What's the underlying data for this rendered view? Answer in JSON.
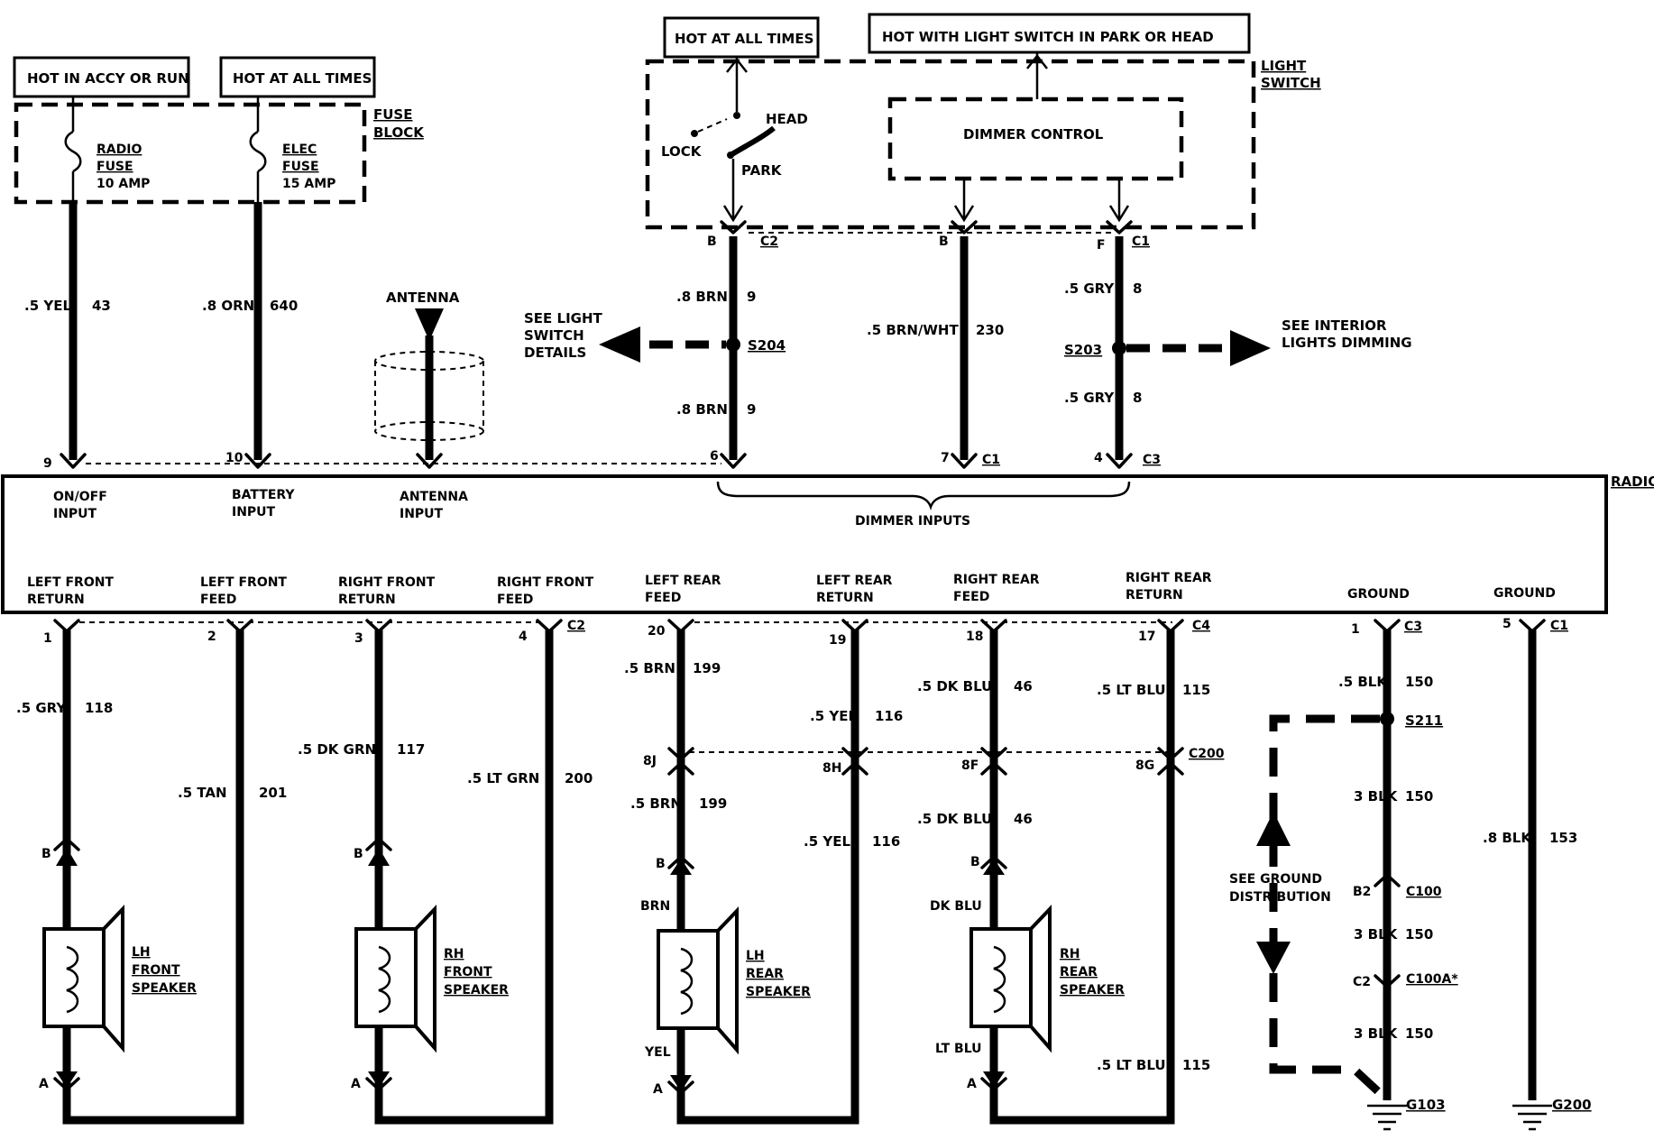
{
  "top": {
    "hot_accy_run": "HOT IN ACCY OR RUN",
    "hot_all_times_left": "HOT AT ALL TIMES",
    "hot_all_times_center": "HOT AT ALL TIMES",
    "hot_light_switch": "HOT WITH LIGHT SWITCH IN PARK OR HEAD"
  },
  "fuse_block": {
    "label_1": "FUSE",
    "label_2": "BLOCK",
    "radio_fuse": [
      "RADIO",
      "FUSE",
      "10 AMP"
    ],
    "elec_fuse": [
      "ELEC",
      "FUSE",
      "15 AMP"
    ]
  },
  "light_switch": {
    "label_1": "LIGHT",
    "label_2": "SWITCH",
    "head": "HEAD",
    "lock": "LOCK",
    "park": "PARK",
    "dimmer_control": "DIMMER CONTROL"
  },
  "wires_upper": {
    "yel_size": ".5 YEL",
    "yel_circuit": "43",
    "orn_size": ".8 ORN",
    "orn_circuit": "640",
    "antenna": "ANTENNA",
    "brn_top_size": ".8 BRN",
    "brn_top_circuit": "9",
    "brn_bot_size": ".8 BRN",
    "brn_bot_circuit": "9",
    "brnwht_size": ".5 BRN/WHT",
    "brnwht_circuit": "230",
    "gry_top_size": ".5 GRY",
    "gry_top_circuit": "8",
    "gry_bot_size": ".5 GRY",
    "gry_bot_circuit": "8",
    "splice_s204": "S204",
    "splice_s203": "S203",
    "see_light_switch": [
      "SEE LIGHT",
      "SWITCH",
      "DETAILS"
    ],
    "see_interior": [
      "SEE INTERIOR",
      "LIGHTS DIMMING"
    ],
    "conn_c2_top": "C2",
    "conn_c1_top": "C1",
    "pin_b_1": "B",
    "pin_b_2": "B",
    "pin_f": "F"
  },
  "radio": {
    "label": "RADIO",
    "pins_top": {
      "p9": "9",
      "p10": "10",
      "p6": "6",
      "p7": "7",
      "p4": "4",
      "c1": "C1",
      "c3": "C3"
    },
    "on_off": [
      "ON/OFF",
      "INPUT"
    ],
    "battery": [
      "BATTERY",
      "INPUT"
    ],
    "antenna_input": [
      "ANTENNA",
      "INPUT"
    ],
    "dimmer_inputs": "DIMMER INPUTS",
    "outputs": [
      [
        "LEFT FRONT",
        "RETURN"
      ],
      [
        "LEFT FRONT",
        "FEED"
      ],
      [
        "RIGHT FRONT",
        "RETURN"
      ],
      [
        "RIGHT FRONT",
        "FEED"
      ],
      [
        "LEFT REAR",
        "FEED"
      ],
      [
        "LEFT REAR",
        "RETURN"
      ],
      [
        "RIGHT REAR",
        "FEED"
      ],
      [
        "RIGHT REAR",
        "RETURN"
      ],
      [
        "GROUND"
      ],
      [
        "GROUND"
      ]
    ]
  },
  "lower": {
    "pins": [
      "1",
      "2",
      "3",
      "4",
      "20",
      "19",
      "18",
      "17",
      "1",
      "5"
    ],
    "c2": "C2",
    "c4": "C4",
    "c3": "C3",
    "c1": "C1",
    "gry": ".5 GRY",
    "gry_c": "118",
    "tan": ".5 TAN",
    "tan_c": "201",
    "dkgrn": ".5 DK GRN",
    "dkgrn_c": "117",
    "ltgrn": ".5 LT GRN",
    "ltgrn_c": "200",
    "brn_a": ".5 BRN",
    "brn_a_c": "199",
    "yel_a": ".5 YEL",
    "yel_a_c": "116",
    "dkblu_a": ".5 DK BLU",
    "dkblu_a_c": "46",
    "ltblu_a": ".5 LT BLU",
    "ltblu_a_c": "115",
    "pin_8j": "8J",
    "pin_8h": "8H",
    "pin_8f": "8F",
    "pin_8g": "8G",
    "c200": "C200",
    "brn_b": ".5 BRN",
    "brn_b_c": "199",
    "yel_b": ".5 YEL",
    "yel_b_c": "116",
    "dkblu_b": ".5 DK BLU",
    "dkblu_b_c": "46",
    "ltblu_b": ".5 LT BLU",
    "ltblu_b_c": "115",
    "blk_150_a": ".5 BLK",
    "blk_150_a_c": "150",
    "s211": "S211",
    "blk_3a": "3 BLK",
    "blk_3a_c": "150",
    "blk_3b": "3 BLK",
    "blk_3b_c": "150",
    "blk_3c": "3 BLK",
    "blk_3c_c": "150",
    "b2": "B2",
    "c100": "C100",
    "c2g": "C2",
    "c100a": "C100A*",
    "see_ground": [
      "SEE  GROUND",
      "DISTRIBUTION"
    ],
    "blk_153": ".8 BLK",
    "blk_153_c": "153",
    "g103": "G103",
    "g200": "G200",
    "pin_b": "B",
    "pin_a": "A"
  },
  "speakers": {
    "lh_front": [
      "LH",
      "FRONT",
      "SPEAKER"
    ],
    "rh_front": [
      "RH",
      "FRONT",
      "SPEAKER"
    ],
    "lh_rear": [
      "LH",
      "REAR",
      "SPEAKER"
    ],
    "rh_rear": [
      "RH",
      "REAR",
      "SPEAKER"
    ],
    "lh_rear_top": "BRN",
    "lh_rear_bot": "YEL",
    "rh_rear_top": "DK BLU",
    "rh_rear_bot": "LT BLU"
  }
}
